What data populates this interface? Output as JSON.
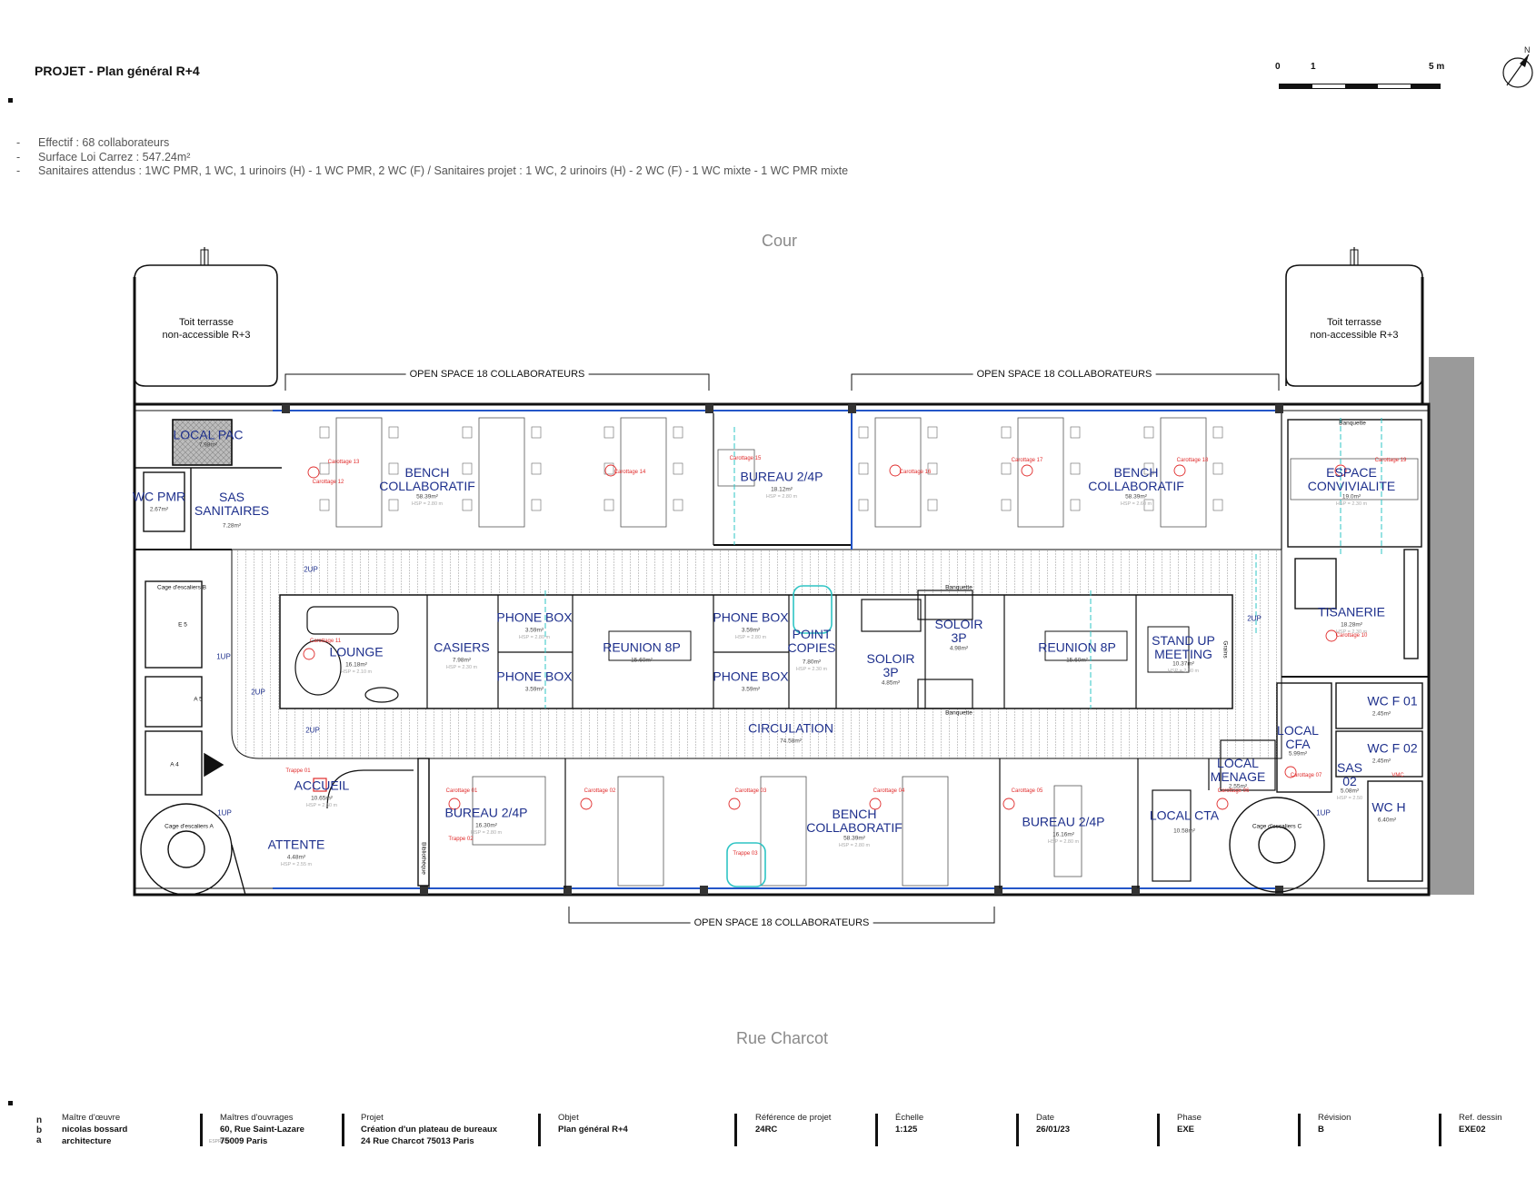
{
  "header": {
    "title": "PROJET - Plan général R+4",
    "notes": [
      "Effectif : 68 collaborateurs",
      "Surface Loi Carrez : 547.24m²",
      "Sanitaires attendus : 1WC PMR, 1 WC, 1 urinoirs (H) - 1 WC PMR, 2 WC (F) / Sanitaires projet : 1 WC, 2 urinoirs (H) - 2 WC (F) - 1 WC mixte - 1 WC PMR mixte"
    ],
    "scale": {
      "zero": "0",
      "one": "1",
      "five": "5 m"
    },
    "north": "N"
  },
  "streets": {
    "top": "Cour",
    "bottom": "Rue Charcot"
  },
  "terraces": {
    "left": "Toit terrasse\nnon-accessible R+3",
    "right": "Toit terrasse\nnon-accessible R+3"
  },
  "open_space_labels": {
    "top_left": "OPEN SPACE 18 COLLABORATEURS",
    "top_right": "OPEN SPACE 18 COLLABORATEURS",
    "bottom": "OPEN SPACE 18 COLLABORATEURS"
  },
  "rooms": [
    {
      "name": "LOCAL PAC",
      "area": "7.98m²"
    },
    {
      "name": "SAS\nSANITAIRES",
      "area": "7.28m²"
    },
    {
      "name": "WC PMR",
      "area": "2.67m²"
    },
    {
      "name": "BENCH\nCOLLABORATIF",
      "area": "58.39m²",
      "hsp": "HSP = 2.80 m"
    },
    {
      "name": "BUREAU 2/4P",
      "area": "18.12m²",
      "hsp": "HSP = 2.80 m"
    },
    {
      "name": "BENCH\nCOLLABORATIF",
      "area": "58.39m²",
      "hsp": "HSP = 2.60 m"
    },
    {
      "name": "ESPACE\nCONVIVIALITE",
      "area": "19.0m²",
      "hsp": "HSP = 2.30 m"
    },
    {
      "name": "LOUNGE",
      "area": "16.18m²",
      "hsp": "HSP = 2.10 m"
    },
    {
      "name": "CASIERS",
      "area": "7.98m²",
      "hsp": "HSP = 2.30 m"
    },
    {
      "name": "PHONE BOX",
      "area": "3.59m²",
      "hsp": "HSP = 2.80 m"
    },
    {
      "name": "PHONE BOX",
      "area": "3.59m²"
    },
    {
      "name": "REUNION 8P",
      "area": "15.60m²"
    },
    {
      "name": "PHONE BOX",
      "area": "3.59m²",
      "hsp": "HSP = 2.80 m"
    },
    {
      "name": "PHONE BOX",
      "area": "3.59m²"
    },
    {
      "name": "POINT\nCOPIES",
      "area": "7.80m²",
      "hsp": "HSP = 2.30 m"
    },
    {
      "name": "SOLOIR\n3P",
      "area": "4.85m²"
    },
    {
      "name": "SOLOIR\n3P",
      "area": "4.98m²"
    },
    {
      "name": "REUNION 8P",
      "area": "15.60m²"
    },
    {
      "name": "STAND UP\nMEETING",
      "area": "10.37m²",
      "hsp": "HSP = 2.30 m"
    },
    {
      "name": "TISANERIE",
      "area": "18.28m²",
      "hsp": "HSP = 2.30 m"
    },
    {
      "name": "CIRCULATION",
      "area": "74.58m²"
    },
    {
      "name": "ACCUEIL",
      "area": "10.65m²",
      "hsp": "HSP = 2.50 m"
    },
    {
      "name": "ATTENTE",
      "area": "4.48m²",
      "hsp": "HSP = 2.55 m"
    },
    {
      "name": "BUREAU 2/4P",
      "area": "16.30m²",
      "hsp": "HSP = 2.80 m"
    },
    {
      "name": "BENCH\nCOLLABORATIF",
      "area": "58.39m²",
      "hsp": "HSP = 2.80 m"
    },
    {
      "name": "BUREAU 2/4P",
      "area": "16.16m²",
      "hsp": "HSP = 2.80 m"
    },
    {
      "name": "LOCAL CTA",
      "area": "10.58m²"
    },
    {
      "name": "LOCAL\nMENAGE",
      "area": "2.55m²"
    },
    {
      "name": "LOCAL\nCFA",
      "area": "5.99m²"
    },
    {
      "name": "SAS\n02",
      "area": "5.08m²",
      "hsp": "HSP = 2.50"
    },
    {
      "name": "WC F 01",
      "area": "2.45m²"
    },
    {
      "name": "WC F 02",
      "area": "2.45m²"
    },
    {
      "name": "WC H",
      "area": "6.40m²"
    }
  ],
  "annotations": {
    "stairs_b": "Cage d'escaliers B",
    "stairs_a": "Cage d'escaliers A",
    "stairs_c": "Cage d'escaliers C",
    "elevators": [
      "E 5",
      "A 5",
      "A 4"
    ],
    "up_marks": [
      "2UP",
      "1UP",
      "2UP",
      "2UP",
      "1UP",
      "2UP",
      "1UP"
    ],
    "banquette": "Banquette",
    "grains": "Grains",
    "bibliotheque": "Bibliothèque",
    "calepinage": [
      "Carottage 12",
      "Carottage 13",
      "Carottage 14",
      "Carottage 15",
      "Carottage 16",
      "Carottage 17",
      "Carottage 18",
      "Carottage 19",
      "Carottage 11",
      "Carottage 10",
      "Carottage 01",
      "Carottage 02",
      "Carottage 03",
      "Carottage 04",
      "Carottage 05",
      "Carottage 06",
      "Carottage 07"
    ],
    "trappes": [
      "Trappe 01",
      "Trappe 02",
      "Trappe 03"
    ],
    "vmc": "VMC"
  },
  "title_block": {
    "moe_label": "Maître d'œuvre",
    "moe_value": [
      "nicolas bossard",
      "architecture"
    ],
    "logo": "n b a",
    "mo_label": "Maîtres d'ouvrages",
    "mo_value": [
      "60, Rue Saint-Lazare",
      "75009 Paris"
    ],
    "mo_logo": "ESPRIMM",
    "projet_label": "Projet",
    "projet_value": [
      "Création d'un plateau de bureaux",
      "24 Rue Charcot 75013 Paris"
    ],
    "objet_label": "Objet",
    "objet_value": "Plan général R+4",
    "ref_label": "Référence de projet",
    "ref_value": "24RC",
    "echelle_label": "Échelle",
    "echelle_value": "1:125",
    "date_label": "Date",
    "date_value": "26/01/23",
    "phase_label": "Phase",
    "phase_value": "EXE",
    "revision_label": "Révision",
    "revision_value": "B",
    "dessin_label": "Ref. dessin",
    "dessin_value": "EXE02"
  },
  "colors": {
    "room_label": "#1d2f8c",
    "red_marks": "#e02b2b",
    "cyan": "#2ec4c4",
    "wall": "#111111",
    "street": "#8a8a8a"
  }
}
